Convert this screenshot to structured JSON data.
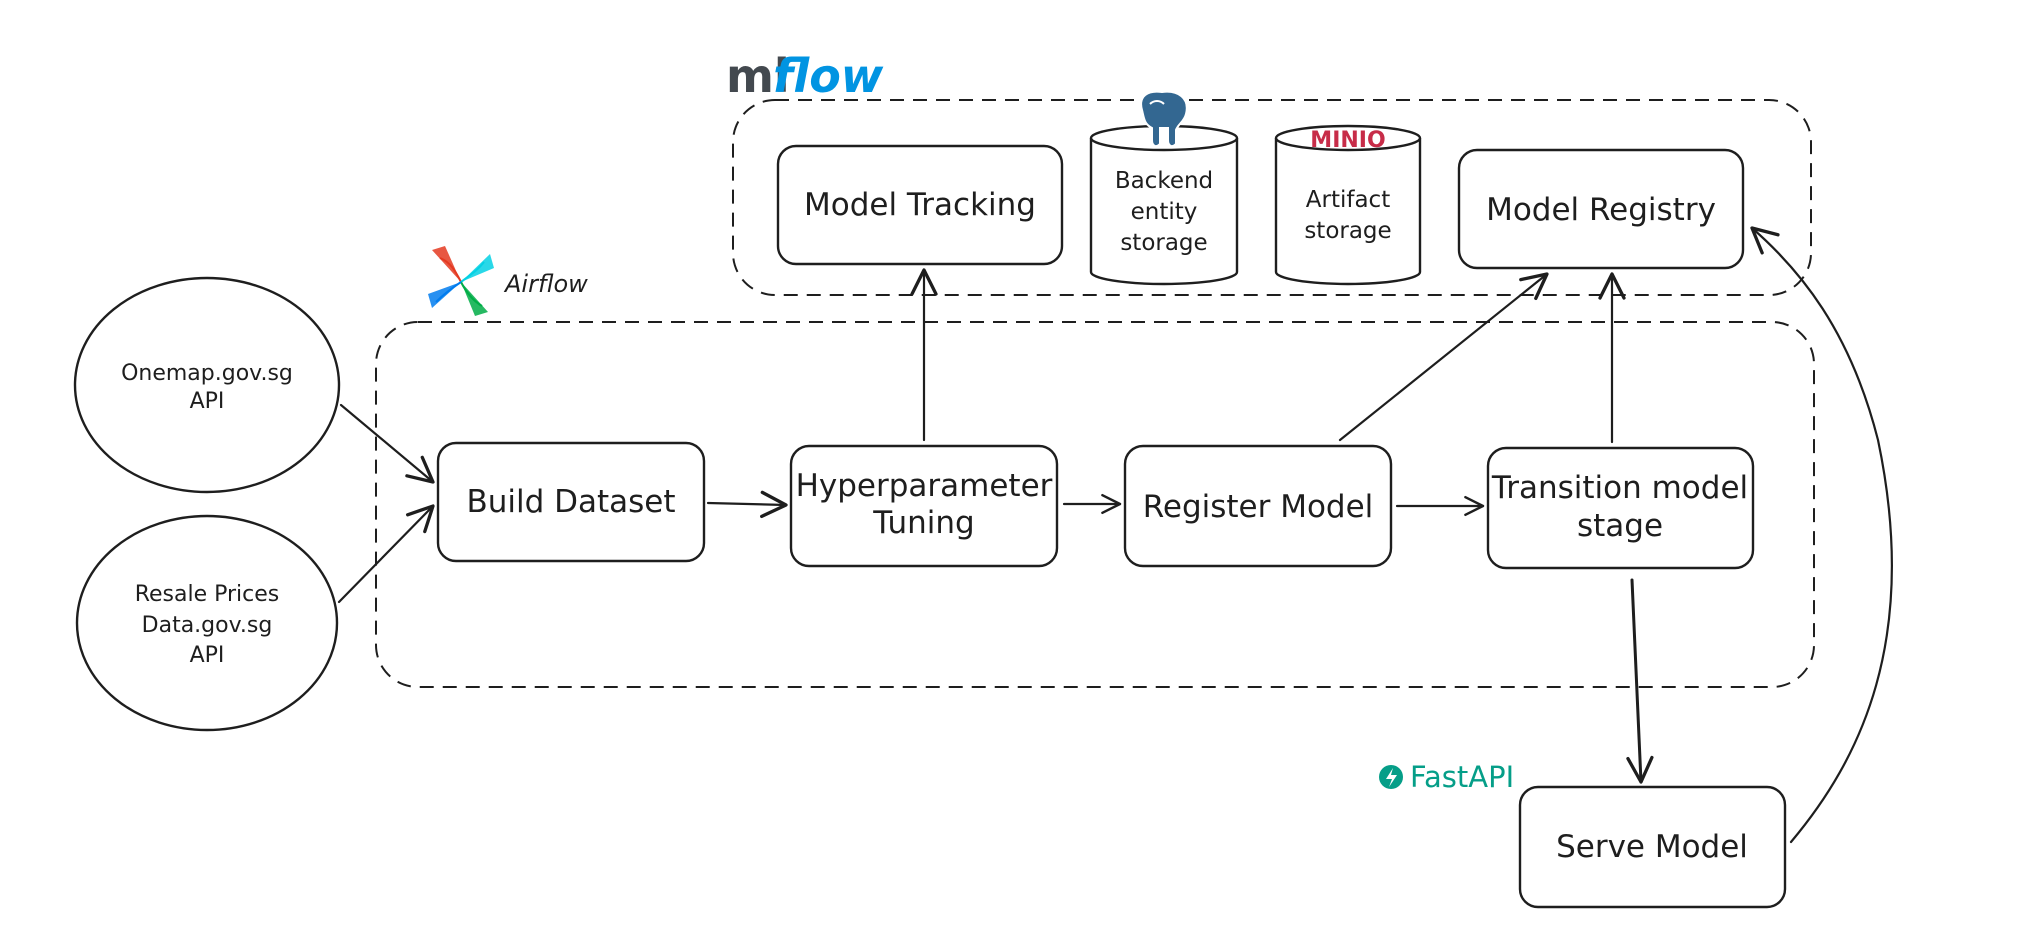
{
  "mlflow": {
    "logo_ml": "ml",
    "logo_flow": "flow"
  },
  "airflow": {
    "logo_label": "Airflow"
  },
  "fastapi": {
    "logo_label": "FastAPI"
  },
  "minio": {
    "logo_label": "MINIO"
  },
  "nodes": {
    "model_tracking": "Model Tracking",
    "backend_storage": [
      "Backend",
      "entity",
      "storage"
    ],
    "artifact_storage": [
      "Artifact",
      "storage"
    ],
    "model_registry": "Model Registry",
    "onemap_api": [
      "Onemap.gov.sg",
      "API"
    ],
    "resale_api": [
      "Resale Prices",
      "Data.gov.sg",
      "API"
    ],
    "build_dataset": "Build Dataset",
    "hyperparameter_tuning": [
      "Hyperparameter",
      "Tuning"
    ],
    "register_model": "Register Model",
    "transition_stage": [
      "Transition model",
      "stage"
    ],
    "serve_model": "Serve Model"
  },
  "colors": {
    "stroke": "#1e1e1e",
    "mlflow_blue": "#0194e2",
    "mlflow_gray": "#43494f",
    "postgres_blue": "#336791",
    "minio_red": "#c72c48",
    "fastapi_teal": "#059e88",
    "airflow_colors": [
      "#e43921",
      "#017cee",
      "#00ad46",
      "#04d1e4"
    ]
  }
}
